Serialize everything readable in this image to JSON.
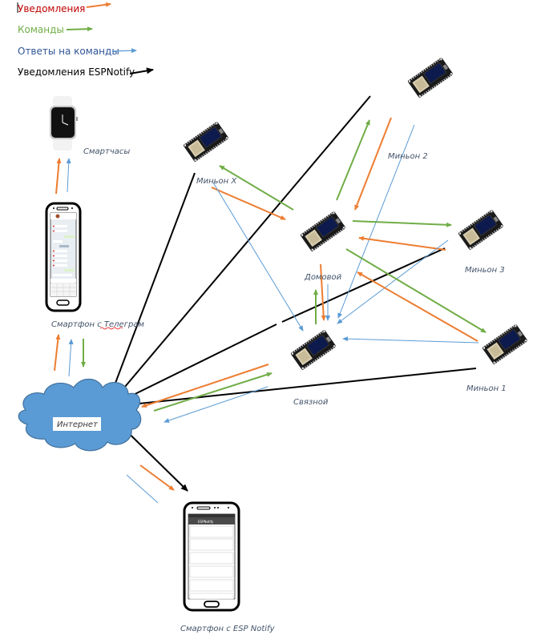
{
  "legend": [
    {
      "label": "Уведомления",
      "color": "#c00000",
      "arrow_color": "#ed7d31"
    },
    {
      "label": "Команды",
      "color": "#70ad47",
      "arrow_color": "#70ad47"
    },
    {
      "label": "Ответы на команды",
      "color": "#2f5597",
      "arrow_color": "#5b9bd5"
    },
    {
      "label": "Уведомления ESPNotify",
      "color": "#000000",
      "arrow_color": "#000000"
    }
  ],
  "colors": {
    "notify": "#ed7d31",
    "command": "#70ad47",
    "reply": "#5b9bd5",
    "espnotify": "#000000",
    "cloud": "#5b9bd5",
    "cloud_stroke": "#41719c"
  },
  "nodes": {
    "smartwatch": {
      "label": "Смартчасы",
      "icon": "smartwatch-icon"
    },
    "phone_telegram": {
      "label": "Смартфон с Телеграм",
      "icon": "smartphone-icon"
    },
    "internet": {
      "label": "Интернет",
      "icon": "cloud-icon"
    },
    "phone_espnotify": {
      "label": "Смартфон с ESP Notify",
      "icon": "smartphone-icon",
      "app_title": "ESPNotify"
    },
    "minion_x": {
      "label": "Миньон X",
      "icon": "esp32-board-icon"
    },
    "minion_2": {
      "label": "Миньон 2",
      "icon": "esp32-board-icon"
    },
    "domovoy": {
      "label": "Домовой",
      "icon": "esp32-board-icon"
    },
    "minion_3": {
      "label": "Миньон 3",
      "icon": "esp32-board-icon"
    },
    "minion_1": {
      "label": "Миньон 1",
      "icon": "esp32-board-icon"
    },
    "svyaznoy": {
      "label": "Связной",
      "icon": "esp32-board-icon"
    }
  },
  "connections": [
    {
      "from": "phone_telegram",
      "to": "smartwatch",
      "type": "notify"
    },
    {
      "from": "phone_telegram",
      "to": "smartwatch",
      "type": "reply"
    },
    {
      "from": "internet",
      "to": "phone_telegram",
      "type": "notify"
    },
    {
      "from": "internet",
      "to": "phone_telegram",
      "type": "reply"
    },
    {
      "from": "phone_telegram",
      "to": "internet",
      "type": "command"
    },
    {
      "from": "svyaznoy",
      "to": "internet",
      "type": "notify"
    },
    {
      "from": "internet",
      "to": "svyaznoy",
      "type": "command"
    },
    {
      "from": "svyaznoy",
      "to": "internet",
      "type": "reply"
    },
    {
      "from": "internet",
      "to": "phone_espnotify",
      "type": "notify"
    },
    {
      "from": "internet",
      "to": "phone_espnotify",
      "type": "reply"
    },
    {
      "from": "internet",
      "to": "phone_espnotify",
      "type": "espnotify"
    },
    {
      "from": "minion_x",
      "to": "internet",
      "type": "espnotify"
    },
    {
      "from": "minion_2",
      "to": "internet",
      "type": "espnotify"
    },
    {
      "from": "minion_3",
      "to": "internet",
      "type": "espnotify"
    },
    {
      "from": "minion_1",
      "to": "internet",
      "type": "espnotify"
    },
    {
      "from": "minion_x",
      "to": "domovoy",
      "type": "notify"
    },
    {
      "from": "domovoy",
      "to": "minion_x",
      "type": "command"
    },
    {
      "from": "minion_x",
      "to": "svyaznoy",
      "type": "reply"
    },
    {
      "from": "domovoy",
      "to": "minion_2",
      "type": "command"
    },
    {
      "from": "minion_2",
      "to": "domovoy",
      "type": "notify"
    },
    {
      "from": "minion_2",
      "to": "svyaznoy",
      "type": "reply"
    },
    {
      "from": "domovoy",
      "to": "minion_3",
      "type": "command"
    },
    {
      "from": "minion_3",
      "to": "domovoy",
      "type": "notify"
    },
    {
      "from": "minion_3",
      "to": "svyaznoy",
      "type": "reply"
    },
    {
      "from": "domovoy",
      "to": "minion_1",
      "type": "command"
    },
    {
      "from": "minion_1",
      "to": "domovoy",
      "type": "notify"
    },
    {
      "from": "minion_1",
      "to": "svyaznoy",
      "type": "reply"
    },
    {
      "from": "domovoy",
      "to": "svyaznoy",
      "type": "notify"
    },
    {
      "from": "domovoy",
      "to": "svyaznoy",
      "type": "reply"
    },
    {
      "from": "svyaznoy",
      "to": "domovoy",
      "type": "command"
    }
  ]
}
